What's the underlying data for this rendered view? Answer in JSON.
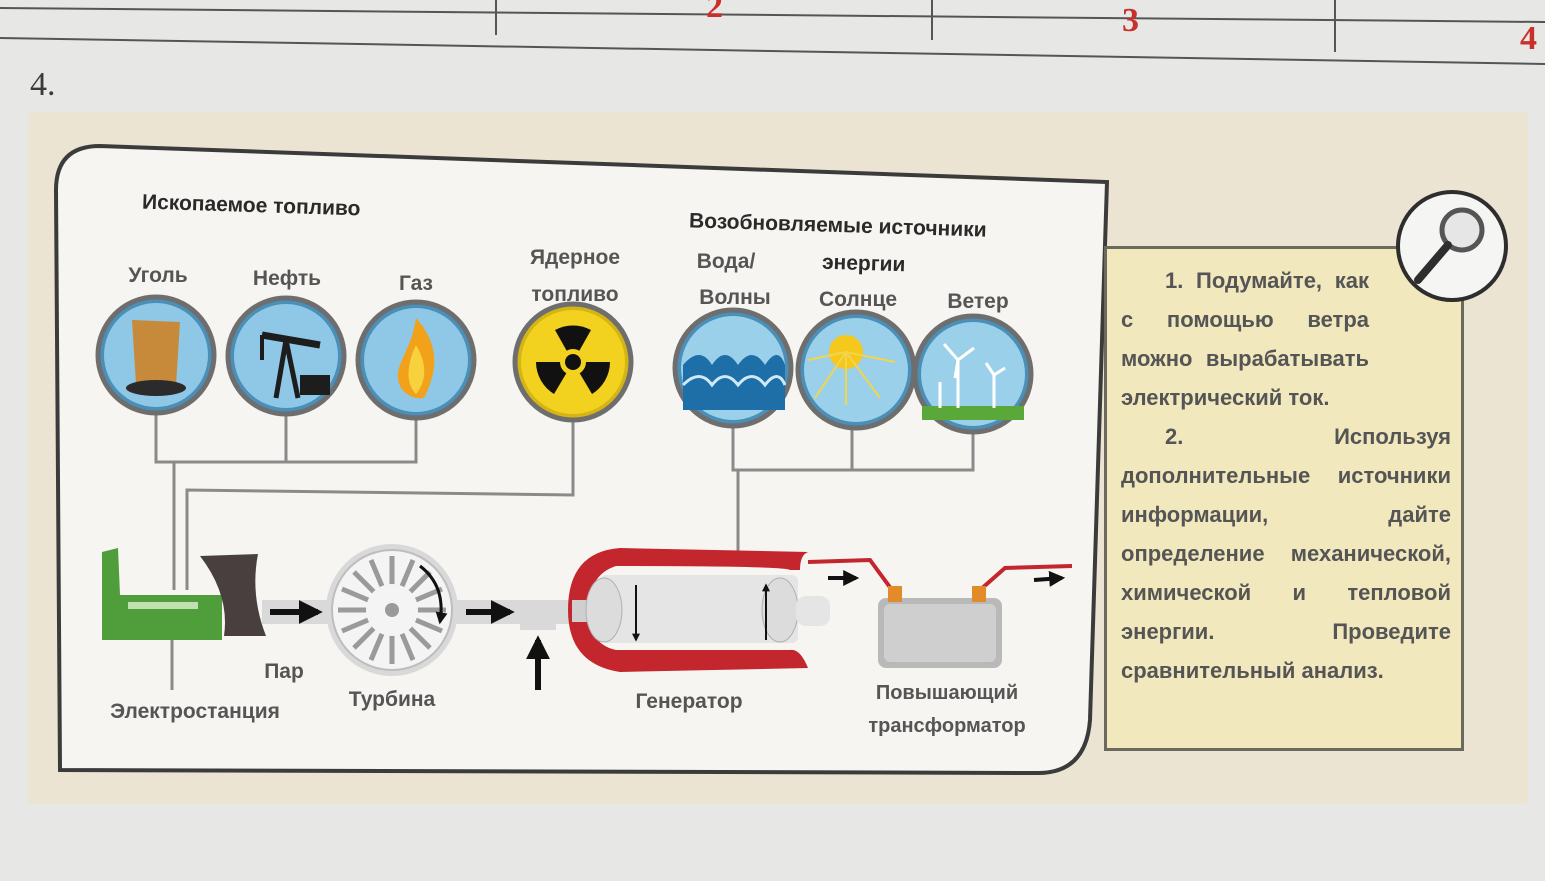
{
  "header": {
    "col2": "2",
    "col3": "3",
    "col4": "4"
  },
  "task_number": "4.",
  "diagram": {
    "fossil_title": "Ископаемое топливо",
    "renewable_title_1": "Возобновляемые источники",
    "renewable_title_2": "энергии",
    "sources": {
      "coal": "Уголь",
      "oil": "Нефть",
      "gas": "Газ",
      "nuclear_1": "Ядерное",
      "nuclear_2": "топливо",
      "water_1": "Вода/",
      "water_2": "Волны",
      "sun": "Солнце",
      "wind": "Ветер"
    },
    "stages": {
      "plant": "Электростанция",
      "steam": "Пар",
      "turbine": "Турбина",
      "generator": "Генератор",
      "transformer_1": "Повышающий",
      "transformer_2": "трансформатор"
    }
  },
  "note": {
    "p1": "1. Подумайте, как с помощью ветра можно вырабатывать электрический ток.",
    "p2": "2. Используя дополнительные источники информации, дайте определение механической, химической и тепловой энергии. Проведите сравнительный анализ."
  },
  "colors": {
    "accent_red": "#c8302c",
    "note_bg": "#f1e8bd",
    "plant_green": "#4f9d3b",
    "generator_red": "#c3262d",
    "radiation_yellow": "#f2d21e"
  }
}
